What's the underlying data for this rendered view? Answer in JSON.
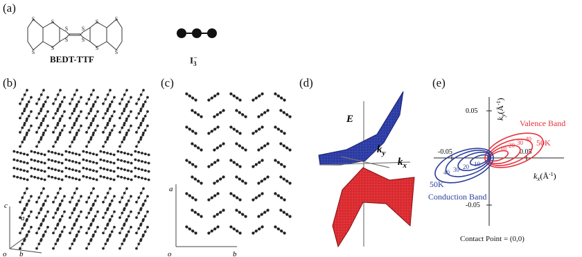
{
  "panels": {
    "a": {
      "label": "(a)",
      "molecule_name": "BEDT-TTF",
      "sulfur_atom": "S",
      "ion_base": "I",
      "ion_sub": "3",
      "ion_sup": "−"
    },
    "b": {
      "label": "(b)",
      "axis_c": "c",
      "axis_a": "a",
      "axis_o": "o",
      "axis_b": "b"
    },
    "c": {
      "label": "(c)",
      "axis_a": "a",
      "axis_o": "o",
      "axis_b": "b"
    },
    "d": {
      "label": "(d)",
      "axis_E": "E",
      "axis_ky_base": "k",
      "axis_ky_sub": "y",
      "axis_kx_base": "k",
      "axis_kx_sub": "x"
    },
    "e": {
      "label": "(e)",
      "ylabel": "k_y (Å⁻¹)",
      "ylabel_k": "k",
      "ylabel_sub": "y",
      "ylabel_unit": "(Å",
      "ylabel_exp": "-1",
      "ylabel_close": ")",
      "xlabel_k": "k",
      "xlabel_sub": "x",
      "xlabel_unit": "(Å",
      "xlabel_exp": "-1",
      "xlabel_close": ")",
      "y_ticks": [
        "0.05",
        "-0.05"
      ],
      "x_ticks": [
        "-0.05",
        "0.05"
      ],
      "valence_label": "Valence Band",
      "conduction_label": "Conduction Band",
      "valence_temp": "50K",
      "conduction_temp": "50K",
      "valence_contours": [
        "10",
        "20",
        "30",
        "40"
      ],
      "conduction_contours": [
        "10",
        "20",
        "30",
        "40"
      ],
      "contact_point": "Contact Point = (0,0)",
      "colors": {
        "valence": "#e8303a",
        "conduction": "#2c3e9c"
      }
    }
  }
}
